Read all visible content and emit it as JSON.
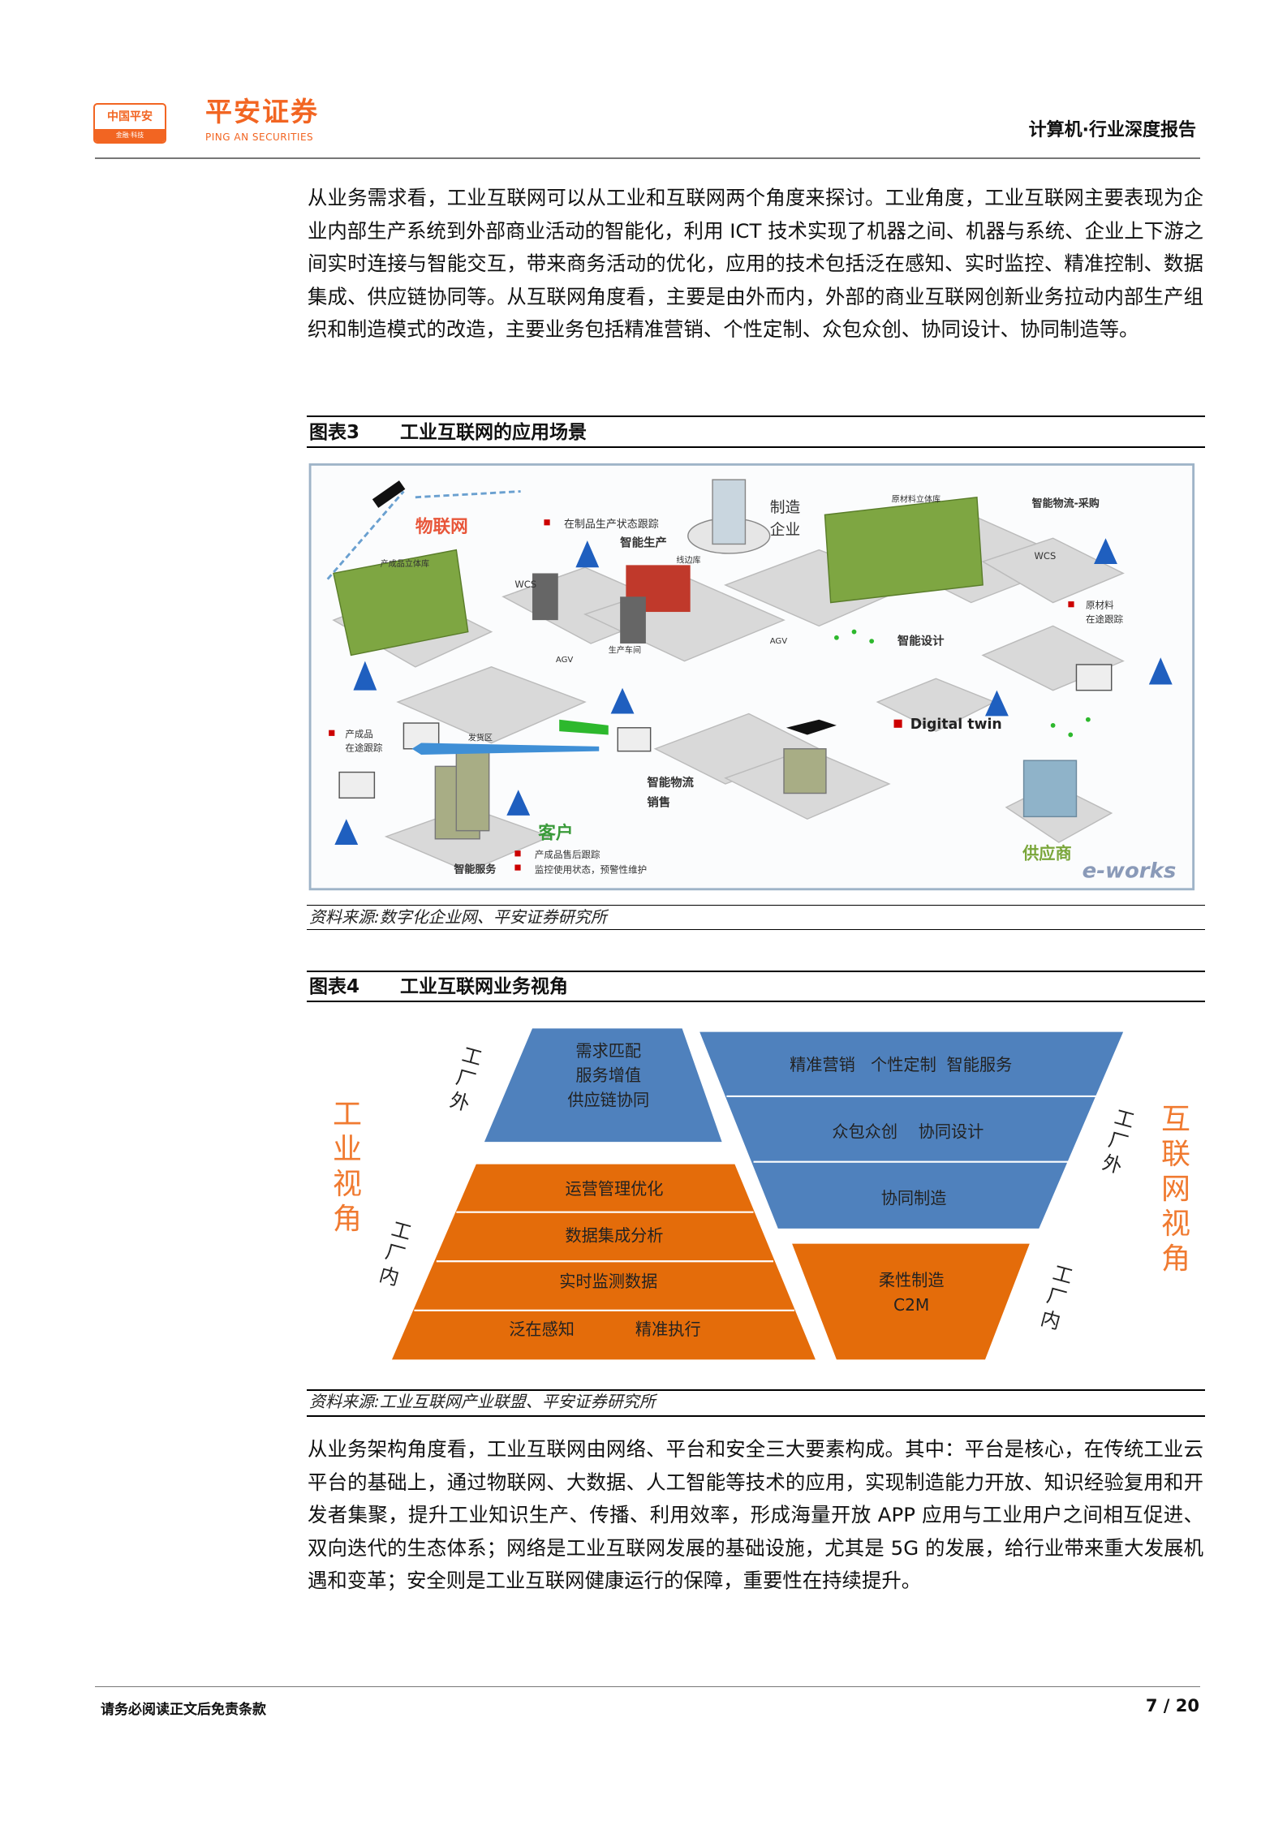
{
  "header": {
    "logo_top": "中国平安",
    "logo_bottom": "金融·科技",
    "brand": "平安证券",
    "brand_en": "PING AN SECURITIES",
    "report_type": "计算机·行业深度报告"
  },
  "paragraph1": "从业务需求看，工业互联网可以从工业和互联网两个角度来探讨。工业角度，工业互联网主要表现为企业内部生产系统到外部商业活动的智能化，利用 ICT 技术实现了机器之间、机器与系统、企业上下游之间实时连接与智能交互，带来商务活动的优化，应用的技术包括泛在感知、实时监控、精准控制、数据集成、供应链协同等。从互联网角度看，主要是由外而内，外部的商业互联网创新业务拉动内部生产组织和制造模式的改造，主要业务包括精准营销、个性定制、众包众创、协同设计、协同制造等。",
  "figure3": {
    "number": "图表3",
    "title": "工业互联网的应用场景",
    "source": "资料来源:数字化企业网、平安证券研究所",
    "labels": {
      "iot": "物联网",
      "wip_tracking": "在制品生产状态跟踪",
      "smart_production": "智能生产",
      "manufacturer_1": "制造",
      "manufacturer_2": "企业",
      "raw_warehouse": "原材料立体库",
      "logistics_purchase": "智能物流-采购",
      "product_warehouse": "产成品立体库",
      "line_store": "线边库",
      "wcs_1": "WCS",
      "wcs_2": "WCS",
      "agv_1": "AGV",
      "agv_2": "AGV",
      "workshop": "生产车间",
      "raw_transit_1": "原材料",
      "raw_transit_2": "在途跟踪",
      "smart_design": "智能设计",
      "digital_twin": "Digital twin",
      "product_transit_1": "产成品",
      "product_transit_2": "在途跟踪",
      "shipping": "发货区",
      "logistics_sales_1": "智能物流",
      "logistics_sales_2": "销售",
      "customer": "客户",
      "after_sales": "产成品售后跟踪",
      "smart_service": "智能服务",
      "monitoring": "监控使用状态，预警性维护",
      "supplier": "供应商",
      "watermark": "e-works"
    }
  },
  "figure4": {
    "number": "图表4",
    "title": "工业互联网业务视角",
    "source": "资料来源:工业互联网产业联盟、平安证券研究所",
    "left_label": "工业视角",
    "right_label": "互联网视角",
    "outside": "工厂外",
    "inside": "工厂内",
    "industry_outside": [
      "需求匹配",
      "服务增值",
      "供应链协同"
    ],
    "industry_inside": [
      "运营管理优化",
      "数据集成分析",
      "实时监测数据",
      "泛在感知",
      "精准执行"
    ],
    "internet_outside": [
      "精准营销   个性定制  智能服务",
      "众包众创    协同设计",
      "协同制造"
    ],
    "internet_inside": [
      "柔性制造",
      "C2M"
    ],
    "colors": {
      "blue": "#4f81bd",
      "orange": "#e46c0a",
      "label": "#f07a30"
    }
  },
  "paragraph2": "从业务架构角度看，工业互联网由网络、平台和安全三大要素构成。其中：平台是核心，在传统工业云平台的基础上，通过物联网、大数据、人工智能等技术的应用，实现制造能力开放、知识经验复用和开发者集聚，提升工业知识生产、传播、利用效率，形成海量开放 APP 应用与工业用户之间相互促进、双向迭代的生态体系；网络是工业互联网发展的基础设施，尤其是 5G 的发展，给行业带来重大发展机遇和变革；安全则是工业互联网健康运行的保障，重要性在持续提升。",
  "footer": {
    "disclaimer": "请务必阅读正文后免责条款",
    "page": "7 / 20"
  }
}
